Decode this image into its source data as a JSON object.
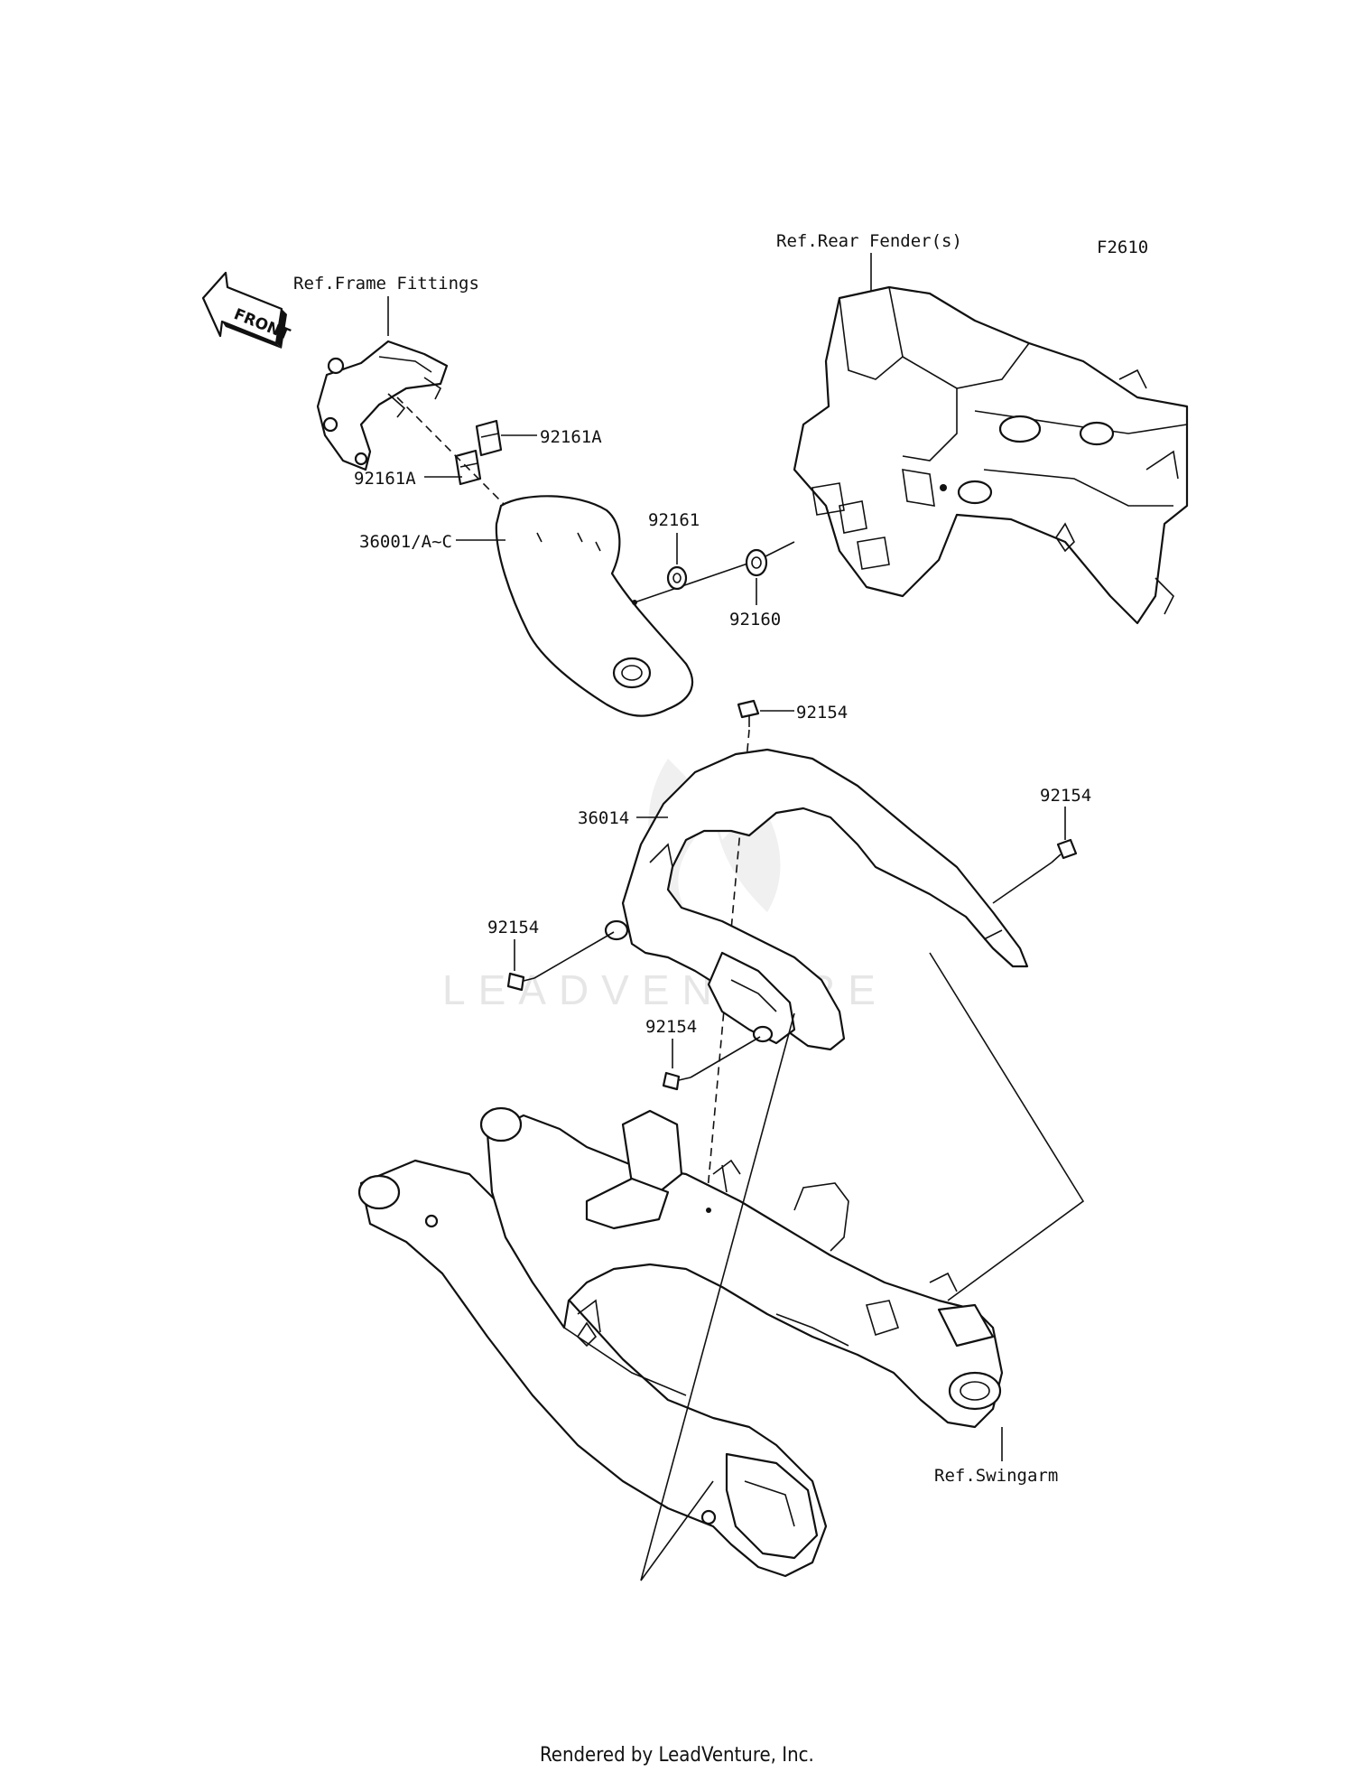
{
  "diagram": {
    "code": "F2610",
    "direction_label": "FRONT",
    "references": {
      "frame_fittings": "Ref.Frame Fittings",
      "rear_fender": "Ref.Rear Fender(s)",
      "swingarm": "Ref.Swingarm"
    },
    "parts": {
      "clip_a_right": "92161A",
      "clip_a_left": "92161A",
      "side_cover": "36001/A~C",
      "washer": "92161",
      "bushing": "92160",
      "bolt_top": "92154",
      "chain_cover": "36014",
      "bolt_right": "92154",
      "bolt_left": "92154",
      "bolt_lower": "92154"
    },
    "watermark": "LEADVENTURE",
    "footer": "Rendered by LeadVenture, Inc."
  }
}
